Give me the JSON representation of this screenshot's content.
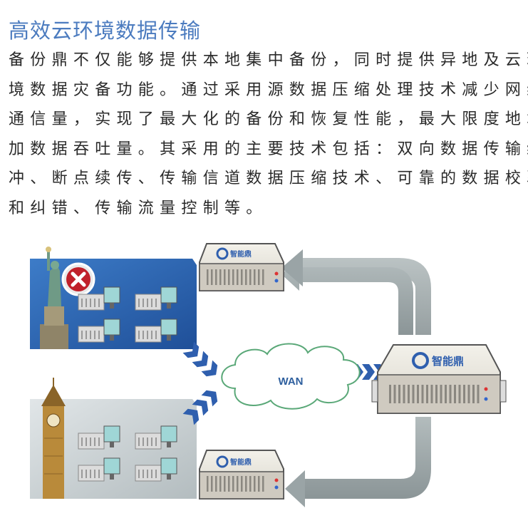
{
  "title": "高效云环境数据传输",
  "paragraph": [
    "备份鼎不仅能够提供本地集中备份，同时提供异地及云环",
    "境数据灾备功能。通过采用源数据压缩处理技术减少网络",
    "通信量，实现了最大化的备份和恢复性能，最大限度地增",
    "加数据吞吐量。其采用的主要技术包括：双向数据传输缓",
    "冲、断点续传、传输信道数据压缩技术、可靠的数据校验",
    "和纠错、传输流量控制等。"
  ],
  "diagram": {
    "cloud_label": "WAN",
    "server_brand": "智能鼎",
    "colors": {
      "title": "#4b7bbf",
      "panel_blue": "#2f66b3",
      "panel_grey": "#c9cfd2",
      "arrow_grey": "#9aa4a6",
      "chevron": "#2f5fae",
      "cloud_stroke": "#5aa878",
      "fail_red": "#c0202a"
    }
  }
}
